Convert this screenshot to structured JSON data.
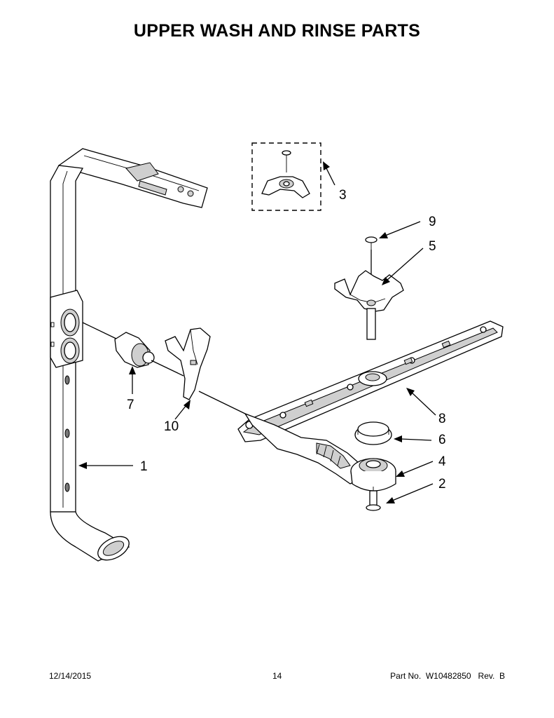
{
  "title": "UPPER WASH AND RINSE PARTS",
  "callouts": [
    {
      "number": "1",
      "part": "upper-wash-arm-tube"
    },
    {
      "number": "2",
      "part": "screw"
    },
    {
      "number": "3",
      "part": "manifold-kit"
    },
    {
      "number": "4",
      "part": "manifold"
    },
    {
      "number": "5",
      "part": "spray-arm-mount"
    },
    {
      "number": "6",
      "part": "bearing-ring"
    },
    {
      "number": "7",
      "part": "valve"
    },
    {
      "number": "8",
      "part": "upper-spray-arm"
    },
    {
      "number": "9",
      "part": "screw-top"
    },
    {
      "number": "10",
      "part": "bracket"
    }
  ],
  "footer": {
    "date": "12/14/2015",
    "page": "14",
    "part_no": "Part No.  W10482850   Rev.  B"
  }
}
